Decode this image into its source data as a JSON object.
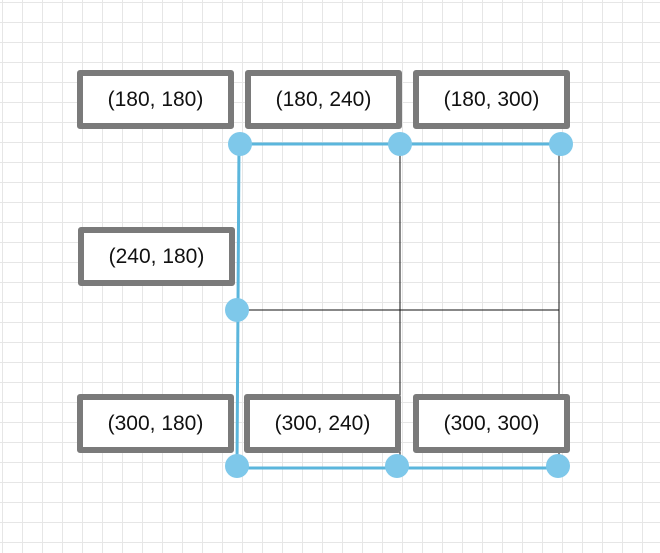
{
  "colors": {
    "grid": "#e6e6e6",
    "selection_accent": "#7ec8ea",
    "label_border": "#7a7a7a",
    "table_lines": "#111111"
  },
  "labels": {
    "r180_c180": "(180, 180)",
    "r180_c240": "(180, 240)",
    "r180_c300": "(180, 300)",
    "r240_c180": "(240, 180)",
    "r300_c180": "(300, 180)",
    "r300_c240": "(300, 240)",
    "r300_c300": "(300, 300)"
  }
}
